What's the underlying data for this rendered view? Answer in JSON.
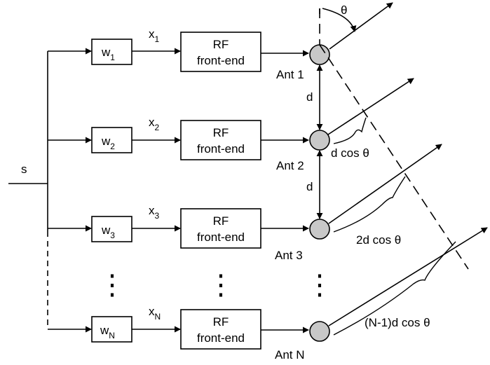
{
  "input_label": "s",
  "rf_label_line1": "RF",
  "rf_label_line2": "front-end",
  "branches": [
    {
      "weight": "w",
      "weight_sub": "1",
      "signal": "x",
      "signal_sub": "1",
      "antenna": "Ant 1"
    },
    {
      "weight": "w",
      "weight_sub": "2",
      "signal": "x",
      "signal_sub": "2",
      "antenna": "Ant 2"
    },
    {
      "weight": "w",
      "weight_sub": "3",
      "signal": "x",
      "signal_sub": "3",
      "antenna": "Ant 3"
    },
    {
      "weight": "w",
      "weight_sub": "N",
      "signal": "x",
      "signal_sub": "N",
      "antenna": "Ant N"
    }
  ],
  "spacing_label": "d",
  "angle_label": "θ",
  "path_labels": [
    "d cos θ",
    "2d cos θ",
    "(N-1)d cos θ"
  ],
  "ellipsis": "⋮"
}
